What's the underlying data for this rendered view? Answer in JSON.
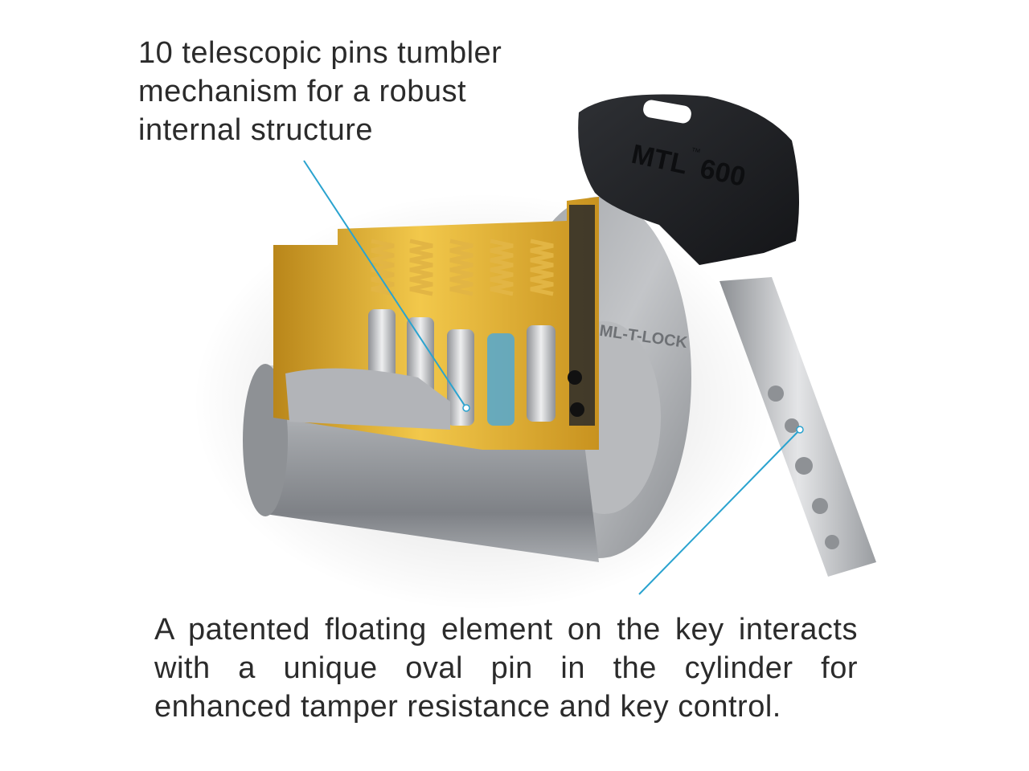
{
  "top_caption": {
    "lines": [
      "10 telescopic pins tumbler",
      "mechanism for  a robust",
      "internal structure"
    ]
  },
  "bottom_caption": {
    "lines": [
      "A patented floating element on the key interacts",
      "with a unique oval pin in the cylinder for",
      "enhanced tamper resistance and key control."
    ]
  },
  "key_head": {
    "brand": "MTL",
    "trademark": "™",
    "model": "600"
  },
  "cylinder_face": {
    "engraving": "ML-T-LOCK"
  },
  "colors": {
    "callout_line": "#2aa3cf",
    "brass": "#d8a326",
    "steel": "#9c9ea2",
    "key_head": "#1d1f22",
    "oval_pin": "#4aa7dc"
  },
  "icons": {
    "illustration": "lock-cylinder-cutaway-with-key"
  }
}
